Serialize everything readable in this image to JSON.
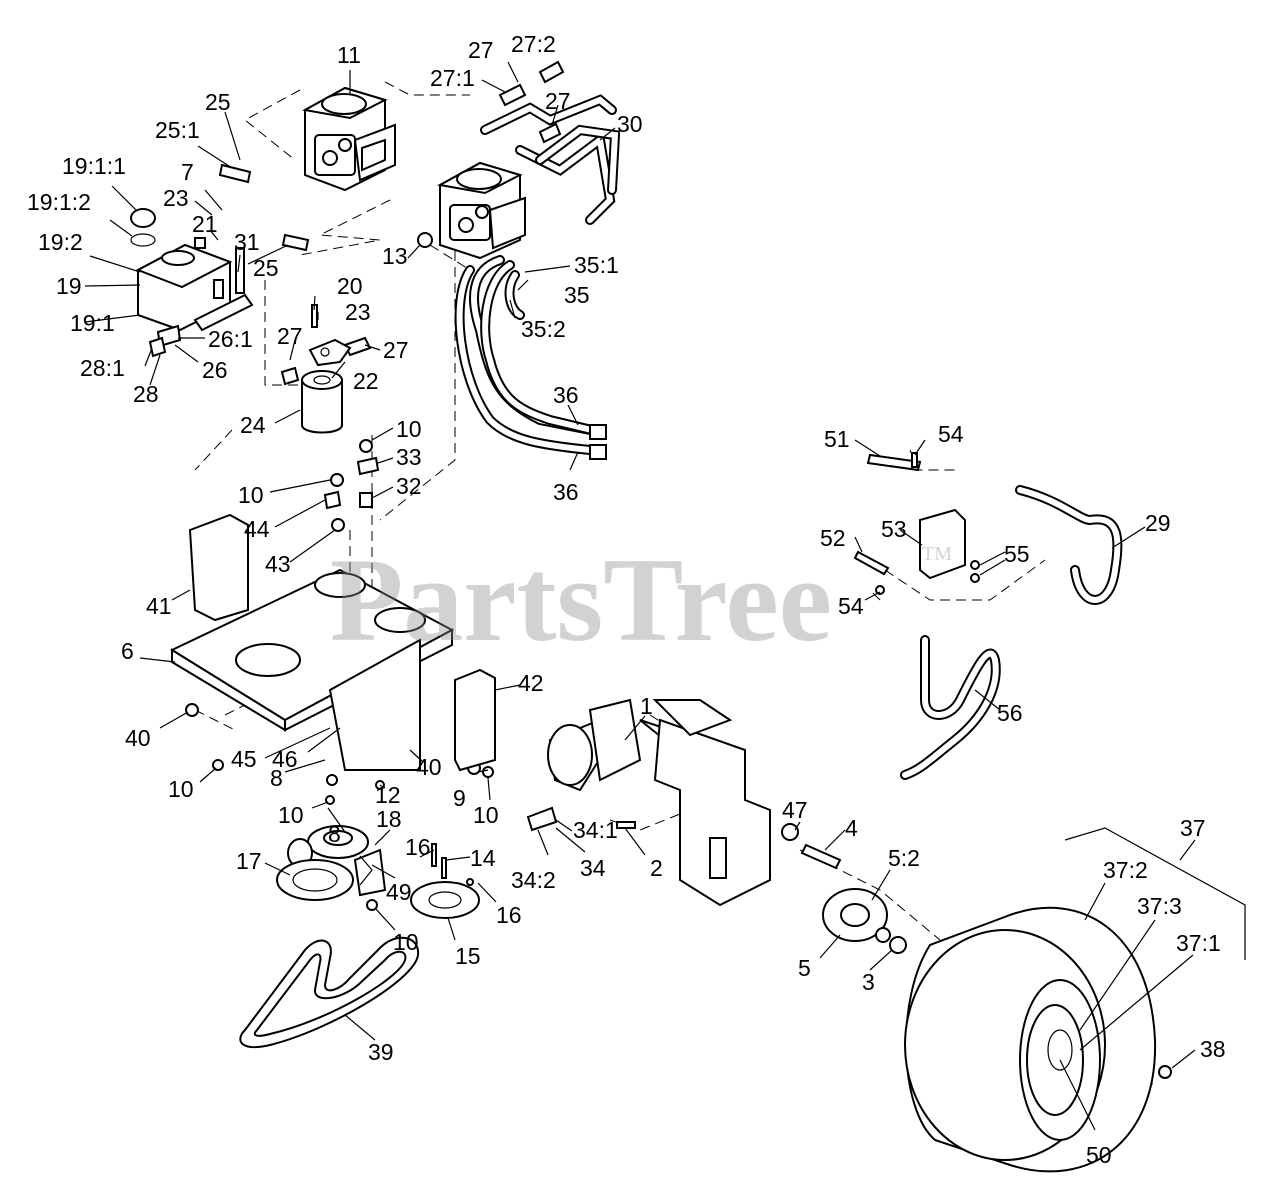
{
  "watermark": {
    "text": "PartsTree",
    "trademark": "TM"
  },
  "callouts": [
    {
      "id": "c11",
      "label": "11"
    },
    {
      "id": "c27a",
      "label": "27"
    },
    {
      "id": "c27_2",
      "label": "27:2"
    },
    {
      "id": "c27_1",
      "label": "27:1"
    },
    {
      "id": "c25",
      "label": "25"
    },
    {
      "id": "c25_1",
      "label": "25:1"
    },
    {
      "id": "c27b",
      "label": "27"
    },
    {
      "id": "c30",
      "label": "30"
    },
    {
      "id": "c19_1_1",
      "label": "19:1:1"
    },
    {
      "id": "c7",
      "label": "7"
    },
    {
      "id": "c23a",
      "label": "23"
    },
    {
      "id": "c19_1_2",
      "label": "19:1:2"
    },
    {
      "id": "c21",
      "label": "21"
    },
    {
      "id": "c31",
      "label": "31"
    },
    {
      "id": "c19_2",
      "label": "19:2"
    },
    {
      "id": "c25b",
      "label": "25"
    },
    {
      "id": "c13",
      "label": "13"
    },
    {
      "id": "c35_1",
      "label": "35:1"
    },
    {
      "id": "c19",
      "label": "19"
    },
    {
      "id": "c35",
      "label": "35"
    },
    {
      "id": "c20",
      "label": "20"
    },
    {
      "id": "c19_1",
      "label": "19:1"
    },
    {
      "id": "c23b",
      "label": "23"
    },
    {
      "id": "c35_2",
      "label": "35:2"
    },
    {
      "id": "c26_1",
      "label": "26:1"
    },
    {
      "id": "c27c",
      "label": "27"
    },
    {
      "id": "c27d",
      "label": "27"
    },
    {
      "id": "c28_1",
      "label": "28:1"
    },
    {
      "id": "c26",
      "label": "26"
    },
    {
      "id": "c22",
      "label": "22"
    },
    {
      "id": "c28",
      "label": "28"
    },
    {
      "id": "c36a",
      "label": "36"
    },
    {
      "id": "c24",
      "label": "24"
    },
    {
      "id": "c10a",
      "label": "10"
    },
    {
      "id": "c54a",
      "label": "54"
    },
    {
      "id": "c51",
      "label": "51"
    },
    {
      "id": "c33",
      "label": "33"
    },
    {
      "id": "c36b",
      "label": "36"
    },
    {
      "id": "c10b",
      "label": "10"
    },
    {
      "id": "c32",
      "label": "32"
    },
    {
      "id": "c44",
      "label": "44"
    },
    {
      "id": "c29",
      "label": "29"
    },
    {
      "id": "c53",
      "label": "53"
    },
    {
      "id": "c52",
      "label": "52"
    },
    {
      "id": "c55",
      "label": "55"
    },
    {
      "id": "c43",
      "label": "43"
    },
    {
      "id": "c41",
      "label": "41"
    },
    {
      "id": "c54b",
      "label": "54"
    },
    {
      "id": "c6",
      "label": "6"
    },
    {
      "id": "c42",
      "label": "42"
    },
    {
      "id": "c56",
      "label": "56"
    },
    {
      "id": "c1",
      "label": "1"
    },
    {
      "id": "c40a",
      "label": "40"
    },
    {
      "id": "c45",
      "label": "45"
    },
    {
      "id": "c46",
      "label": "46"
    },
    {
      "id": "c40b",
      "label": "40"
    },
    {
      "id": "c10c",
      "label": "10"
    },
    {
      "id": "c8a",
      "label": "8"
    },
    {
      "id": "c9",
      "label": "9"
    },
    {
      "id": "c12",
      "label": "12"
    },
    {
      "id": "c10d",
      "label": "10"
    },
    {
      "id": "c10e",
      "label": "10"
    },
    {
      "id": "c8b",
      "label": "8"
    },
    {
      "id": "c47",
      "label": "47"
    },
    {
      "id": "c4",
      "label": "4"
    },
    {
      "id": "c18",
      "label": "18"
    },
    {
      "id": "c34_1",
      "label": "34:1"
    },
    {
      "id": "c37",
      "label": "37"
    },
    {
      "id": "c16a",
      "label": "16"
    },
    {
      "id": "c14",
      "label": "14"
    },
    {
      "id": "c5_2",
      "label": "5:2"
    },
    {
      "id": "c17",
      "label": "17"
    },
    {
      "id": "c34_2",
      "label": "34:2"
    },
    {
      "id": "c34",
      "label": "34"
    },
    {
      "id": "c2",
      "label": "2"
    },
    {
      "id": "c37_2",
      "label": "37:2"
    },
    {
      "id": "c49",
      "label": "49"
    },
    {
      "id": "c16b",
      "label": "16"
    },
    {
      "id": "c37_3",
      "label": "37:3"
    },
    {
      "id": "c10f",
      "label": "10"
    },
    {
      "id": "c15",
      "label": "15"
    },
    {
      "id": "c5",
      "label": "5"
    },
    {
      "id": "c3",
      "label": "3"
    },
    {
      "id": "c37_1",
      "label": "37:1"
    },
    {
      "id": "c38",
      "label": "38"
    },
    {
      "id": "c39",
      "label": "39"
    },
    {
      "id": "c50",
      "label": "50"
    }
  ]
}
